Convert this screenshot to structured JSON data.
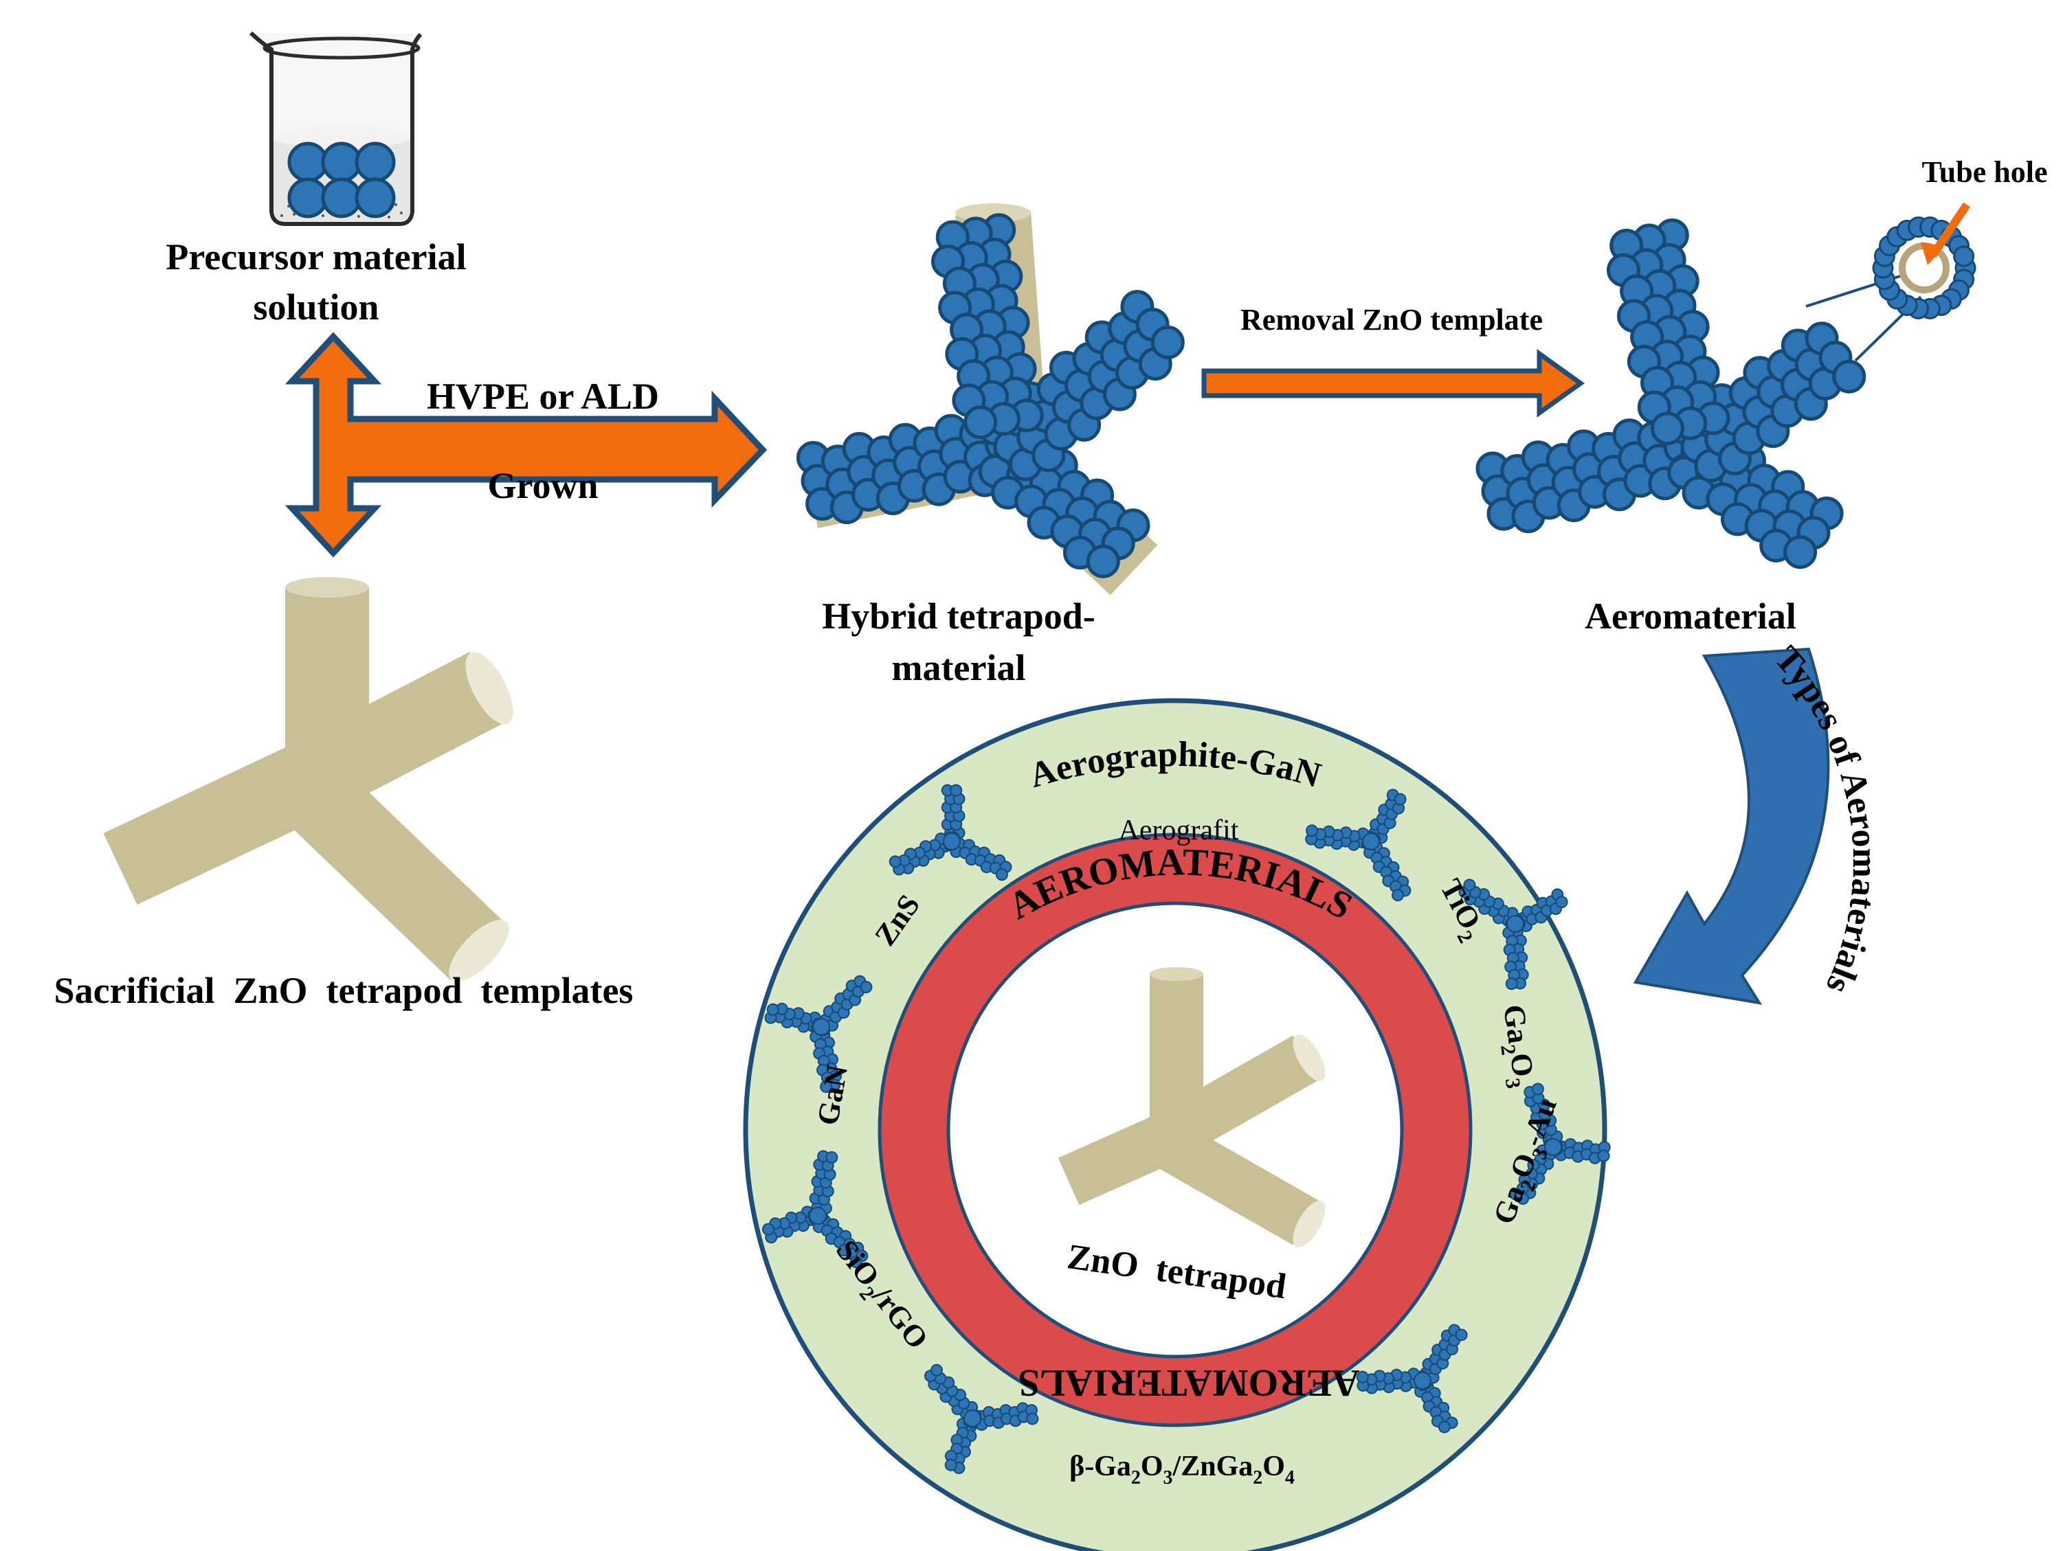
{
  "labels": {
    "precursor_line1": "Precursor material",
    "precursor_line2": "solution",
    "sacrificial": "Sacrificial  ZnO  tetrapod  templates",
    "hvpe": "HVPE or ALD",
    "grown": "Grown",
    "hybrid_line1": "Hybrid tetrapod-",
    "hybrid_line2": "material",
    "removal": "Removal ZnO template",
    "aeromaterial": "Aeromaterial",
    "tube_hole": "Tube hole",
    "types": "Types of Aeromaterials"
  },
  "wheel": {
    "center_label": "ZnO  tetrapod",
    "inner_top": "AEROMATERIALS",
    "inner_bottom": "AEROMATERIALS",
    "materials": {
      "aerographite_gan": "Aerographite-GaN",
      "aerografit": "Aerografit",
      "tio2": "TiO",
      "tio2_sub": "2",
      "ga2o3_a": "Ga",
      "ga2o3_sub1": "2",
      "ga2o3_b": "O",
      "ga2o3_sub2": "3",
      "ga2o3au_a": "Ga",
      "ga2o3au_sub1": "2",
      "ga2o3au_b": "O",
      "ga2o3au_sub2": "3",
      "ga2o3au_c": "-Au",
      "beta_a": "β-Ga",
      "beta_sub1": "2",
      "beta_b": "O",
      "beta_sub2": "3",
      "beta_c": "/ZnGa",
      "beta_sub3": "2",
      "beta_d": "O",
      "beta_sub4": "4",
      "sio2_a": "SiO",
      "sio2_sub": "2",
      "sio2_b": "/rGO",
      "gan": "GaN",
      "zns": "ZnS"
    }
  },
  "colors": {
    "orange": "#f26c0d",
    "navy": "#1f4e79",
    "bead_blue": "#2e75b6",
    "bead_dark": "#164a74",
    "zno_tan": "#c8bf96",
    "outer_ring_green": "#d8e8c4",
    "inner_ring_red": "#dc4b4b",
    "curved_arrow_blue": "#2f6fb0"
  }
}
